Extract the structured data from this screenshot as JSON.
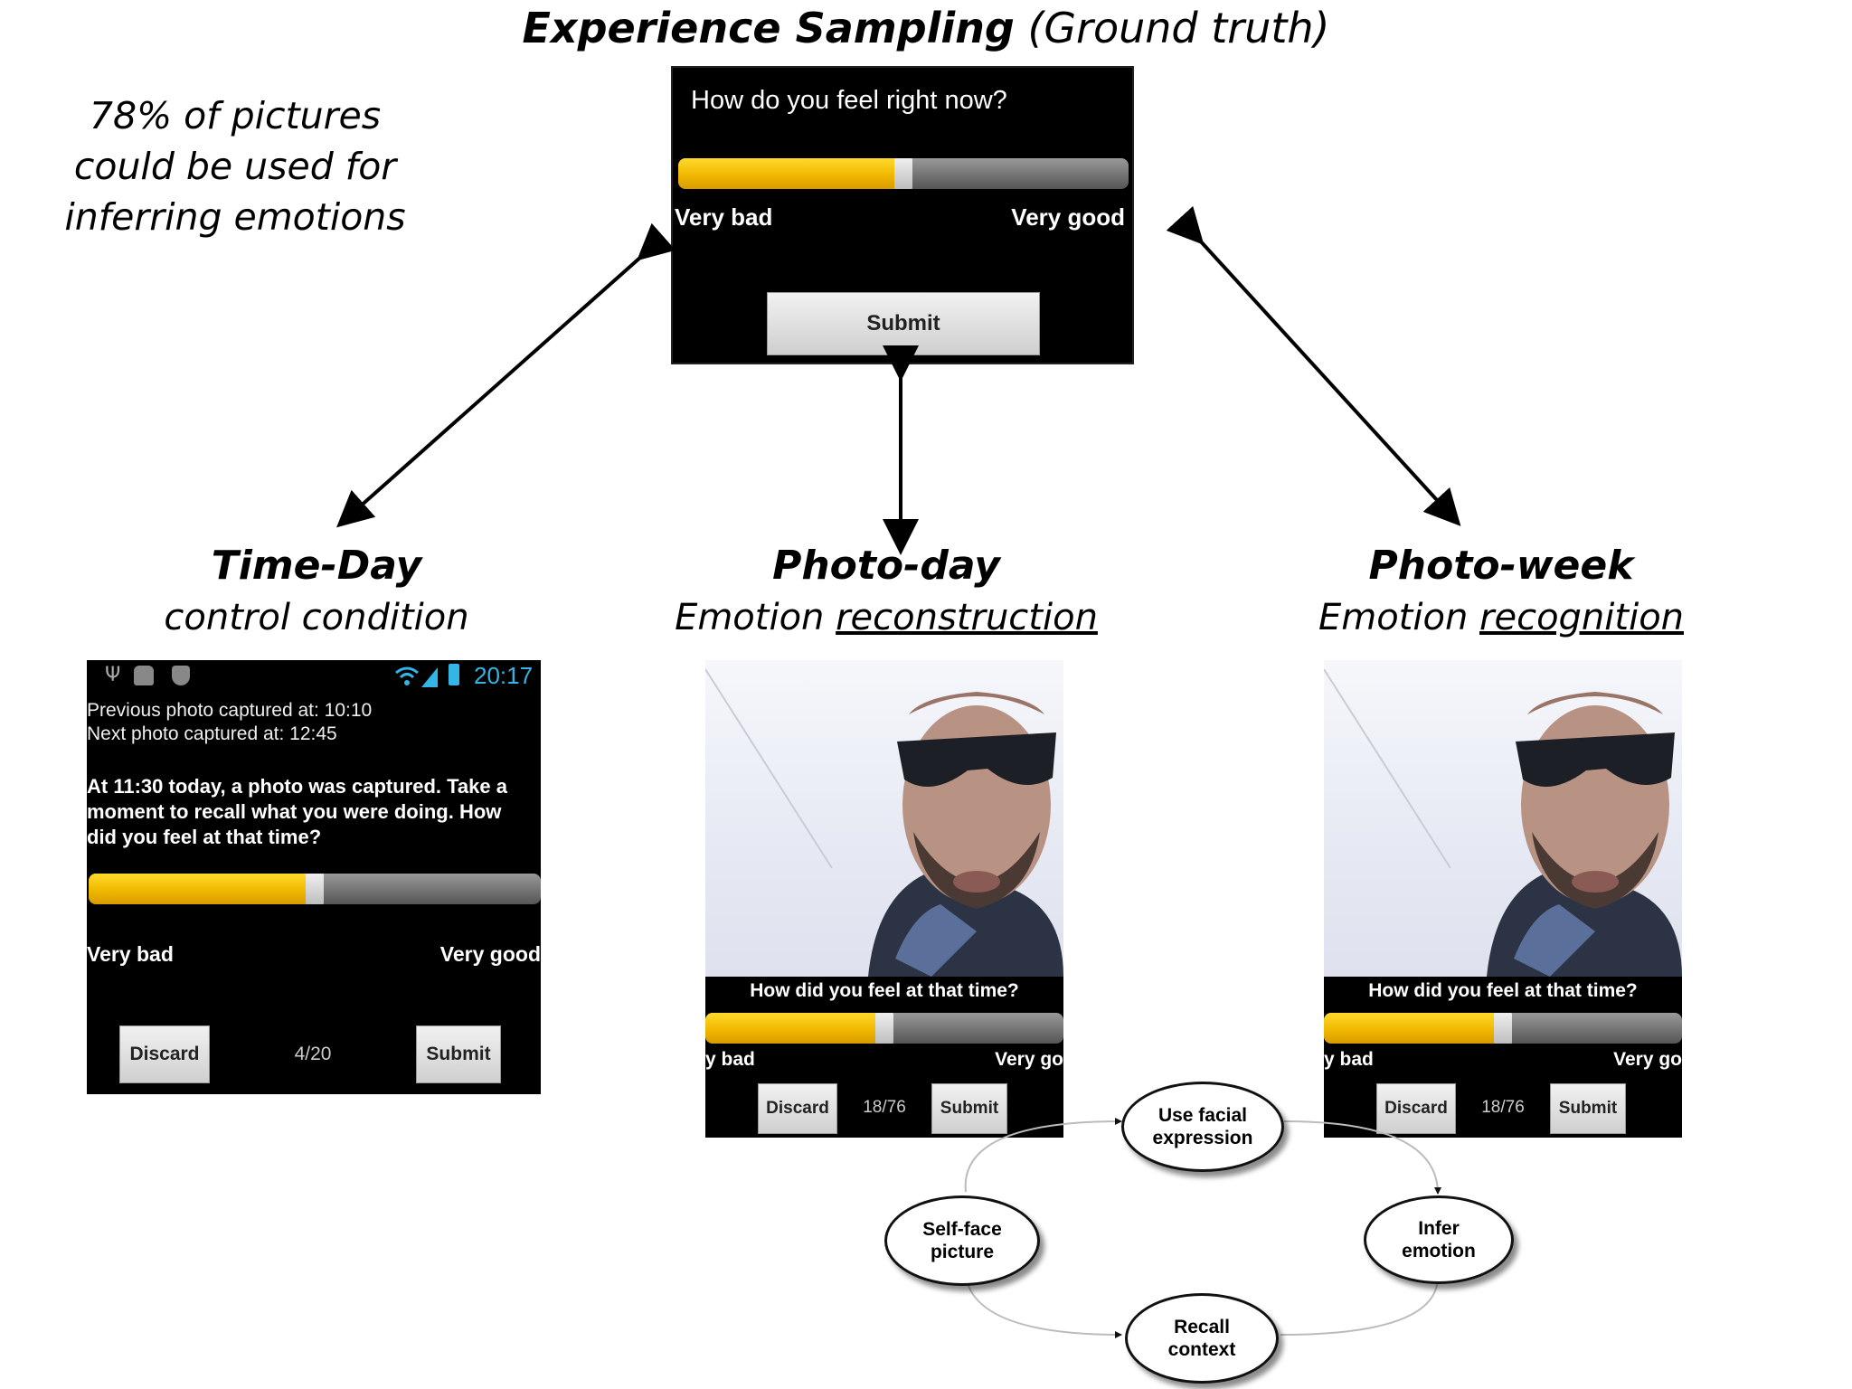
{
  "title": {
    "bold": "Experience Sampling",
    "rest": " (Ground truth)"
  },
  "note": [
    "78% of pictures",
    "could be used for",
    "inferring emotions"
  ],
  "experience_sampling": {
    "question": "How do you feel right now?",
    "slider_value": 0.5,
    "left_label": "Very bad",
    "right_label": "Very good",
    "submit": "Submit"
  },
  "conditions": {
    "time_day": {
      "title": "Time-Day",
      "subtitle": "control condition"
    },
    "photo_day": {
      "title": "Photo-day",
      "subtitle_plain": "Emotion ",
      "subtitle_underlined": "reconstruction"
    },
    "photo_week": {
      "title": "Photo-week",
      "subtitle_plain": "Emotion ",
      "subtitle_underlined": "recognition"
    }
  },
  "time_day_phone": {
    "clock": "20:17",
    "previous": "Previous photo captured at: 10:10",
    "next": "Next photo captured at: 12:45",
    "prompt_lines": [
      "At 11:30 today, a photo was captured. Take a",
      "moment to recall what you were doing. How",
      "did you feel at that time?"
    ],
    "slider_value": 0.5,
    "left_label": "Very bad",
    "right_label": "Very good",
    "discard": "Discard",
    "counter": "4/20",
    "submit": "Submit"
  },
  "photo_day_phone": {
    "question": "How did you feel at that time?",
    "slider_value": 0.5,
    "left_label": "y bad",
    "right_label": "Very go",
    "discard": "Discard",
    "counter": "18/76",
    "submit": "Submit"
  },
  "photo_week_phone": {
    "question": "How did you feel at that time?",
    "slider_value": 0.5,
    "left_label": "y bad",
    "right_label": "Very go",
    "discard": "Discard",
    "counter": "18/76",
    "submit": "Submit"
  },
  "flow": {
    "self_face": [
      "Self-face",
      "picture"
    ],
    "facial": [
      "Use facial",
      "expression"
    ],
    "infer": [
      "Infer",
      "emotion"
    ],
    "recall": [
      "Recall",
      "context"
    ]
  },
  "colors": {
    "slider_fill": "#f5c400",
    "panel_bg": "#000000"
  }
}
